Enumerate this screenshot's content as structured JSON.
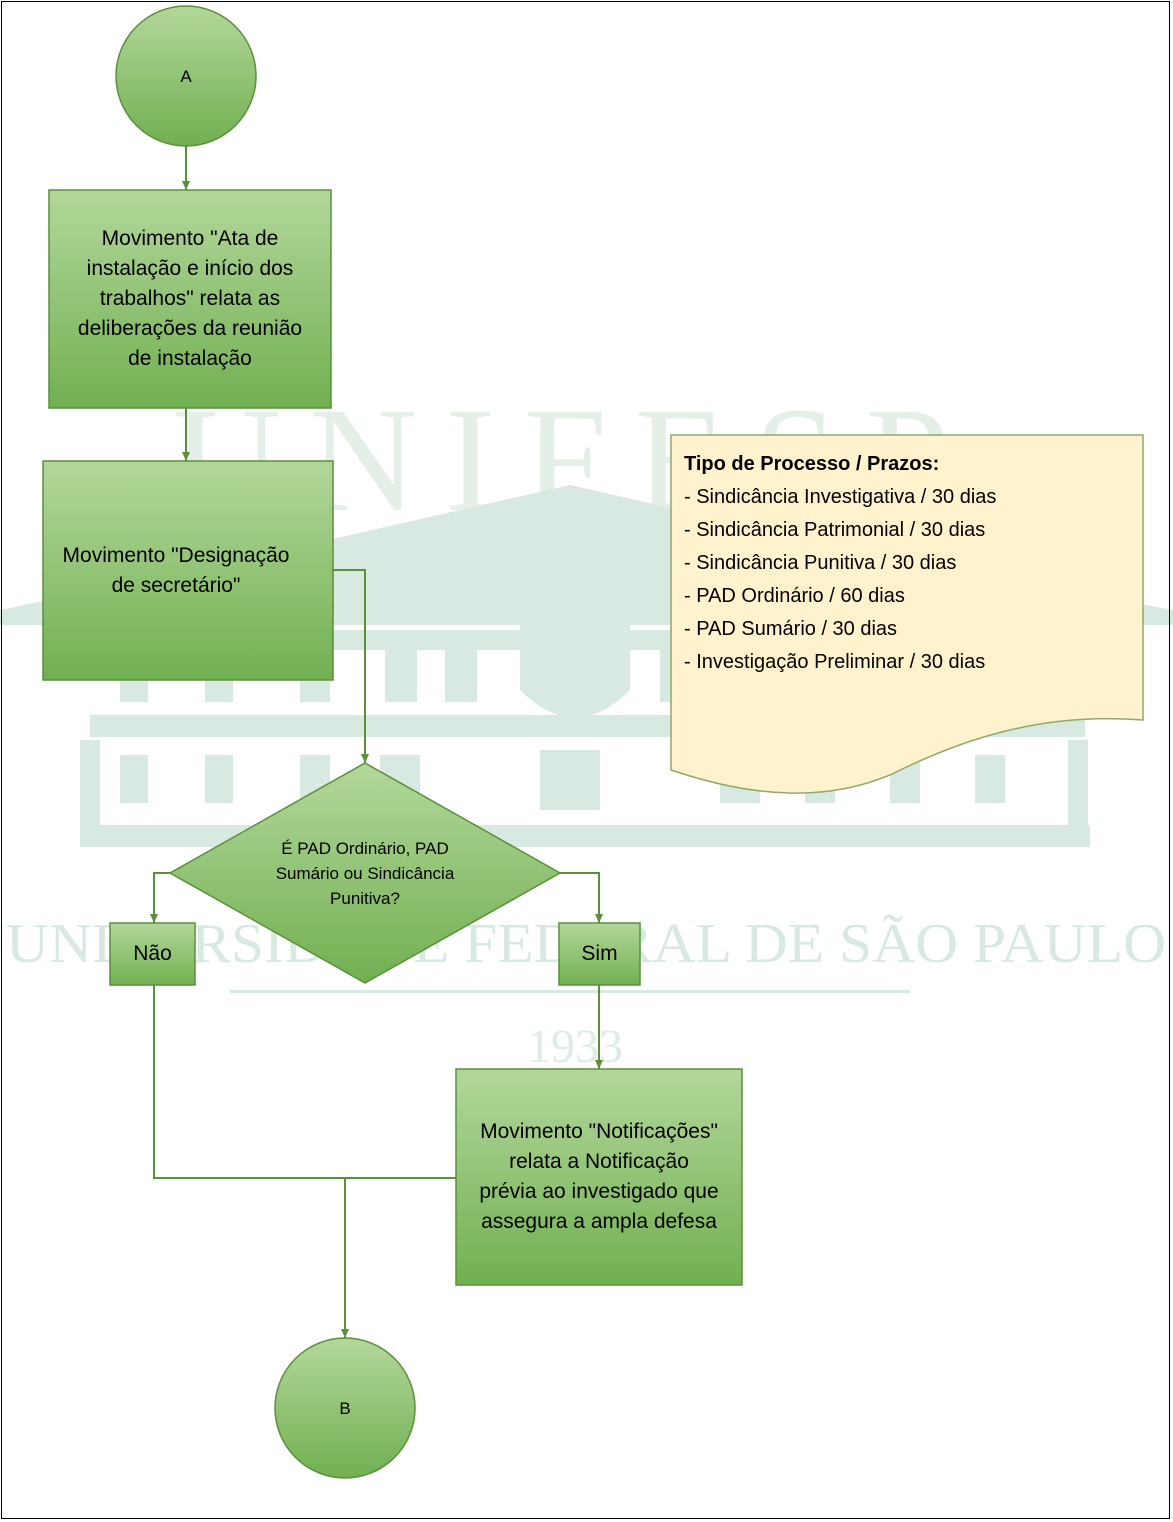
{
  "connector_start": {
    "label": "A"
  },
  "step_ata": {
    "text": "Movimento \"Ata de instalação e início dos trabalhos\" relata as deliberações da reunião de instalação"
  },
  "step_secretario": {
    "text": "Movimento \"Designação de secretário\""
  },
  "decision": {
    "text": "É PAD Ordinário, PAD Sumário ou Sindicância Punitiva?"
  },
  "branch_no": {
    "label": "Não"
  },
  "branch_yes": {
    "label": "Sim"
  },
  "step_notificacoes": {
    "text": "Movimento \"Notificações\" relata a Notificação prévia ao investigado que assegura a ampla defesa"
  },
  "connector_end": {
    "label": "B"
  },
  "note": {
    "title": "Tipo de Processo / Prazos:",
    "items": [
      "- Sindicância Investigativa / 30 dias",
      "- Sindicância Patrimonial / 30 dias",
      "- Sindicância Punitiva / 30 dias",
      "- PAD Ordinário / 60 dias",
      "- PAD Sumário / 30 dias",
      "- Investigação Preliminar / 30 dias"
    ]
  },
  "watermark": {
    "name": "UNIFESP",
    "subtitle": "UNIVERSIDADE FEDERAL DE SÃO PAULO",
    "year": "1933"
  },
  "colors": {
    "node_fill_light": "#b3d79b",
    "node_fill_dark": "#71b051",
    "node_stroke": "#5b8f3b",
    "note_fill": "#fff2cc",
    "note_stroke": "#8fa86d",
    "watermark": "#d7e9e0"
  }
}
